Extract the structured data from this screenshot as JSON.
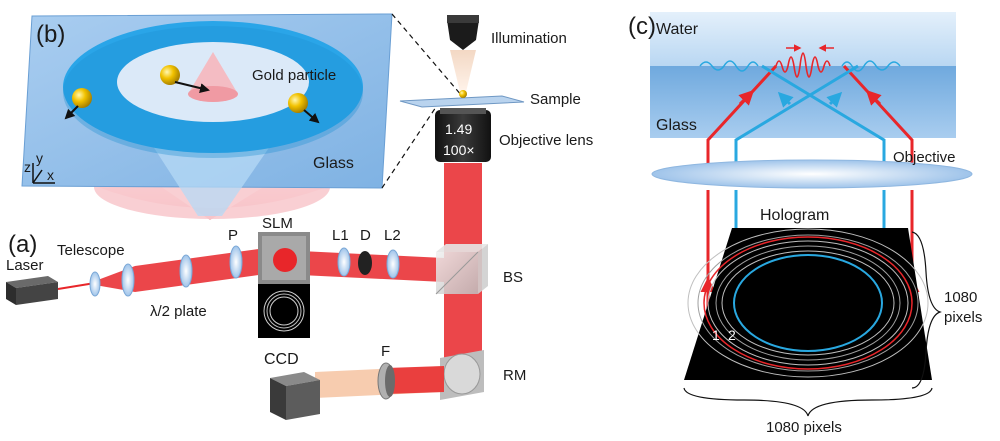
{
  "panel_b": {
    "tag": "(b)",
    "gold_particle": "Gold particle",
    "glass": "Glass",
    "axis_z": "z",
    "axis_y": "y",
    "axis_x": "x"
  },
  "panel_a": {
    "tag": "(a)",
    "laser": "Laser",
    "telescope": "Telescope",
    "half_wave": "λ/2 plate",
    "polarizer": "P",
    "slm": "SLM",
    "lens1": "L1",
    "diaphragm": "D",
    "lens2": "L2",
    "beam_splitter": "BS",
    "mirror": "RM",
    "filter": "F",
    "camera": "CCD",
    "illumination": "Illumination",
    "sample": "Sample",
    "objective": "Objective lens",
    "na": "1.49",
    "mag": "100×"
  },
  "panel_c": {
    "tag": "(c)",
    "water": "Water",
    "glass": "Glass",
    "objective": "Objective",
    "hologram": "Hologram",
    "pixels_right_1": "1080",
    "pixels_right_2": "pixels",
    "pixels_bottom": "1080 pixels",
    "ring_1": "1",
    "ring_2": "2"
  },
  "colors": {
    "beam_red": "#e8262a",
    "beam_blue": "#29a8e0",
    "glass_blue": "#8fbde6",
    "ring_blue": "#2aa5e8",
    "gold": "#f2c200"
  }
}
